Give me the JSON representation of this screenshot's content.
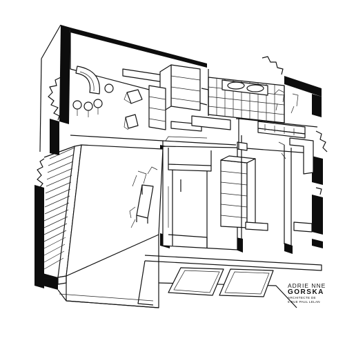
{
  "signature": {
    "line1": "ADRIE NNE",
    "line2": "GORSKA",
    "line3": "ARCHITECTE DE",
    "line4": "5 RUE PAUL LELAN"
  }
}
